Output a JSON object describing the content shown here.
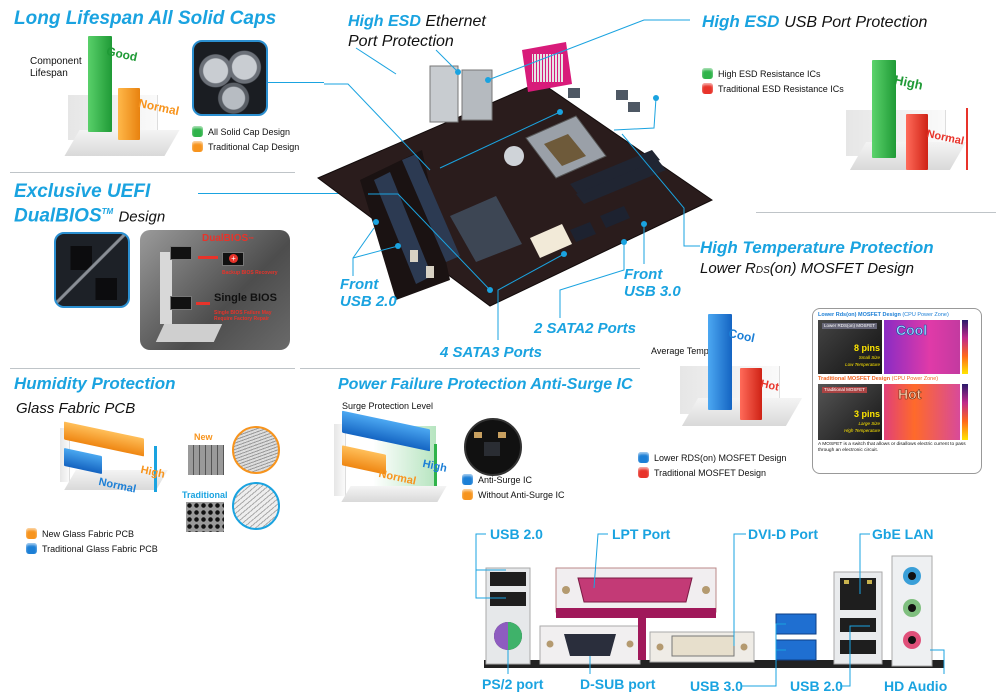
{
  "colors": {
    "accent": "#1aa3e0",
    "green": "#2fb34a",
    "orange": "#f7941d",
    "red": "#e8332a",
    "blue": "#1c7fd6",
    "pcb": "#2a1c1c",
    "magenta": "#d81b7a"
  },
  "sections": {
    "solid_caps": {
      "title": "Long Lifespan All Solid Caps",
      "axis_label_1": "Component",
      "axis_label_2": "Lifespan",
      "bar_labels": [
        "Good",
        "Normal"
      ],
      "legend": [
        "All Solid Cap Design",
        "Traditional Cap Design"
      ],
      "photo_icon": "solid-capacitor-photo"
    },
    "dualbios": {
      "title_1": "Exclusive UEFI",
      "title_2": "DualBIOS",
      "tm": "TM",
      "title_suffix": "Design",
      "diagram_dual": "DualBIOS",
      "diagram_dual_tm": "™",
      "diagram_recovery": "Backup BIOS Recovery",
      "diagram_single": "Single BIOS",
      "diagram_single_note": "Single BIOS Failure May Require Factory Repair"
    },
    "humidity": {
      "title": "Humidity Protection",
      "subtitle": "Glass Fabric PCB",
      "bar_labels": [
        "High",
        "Normal"
      ],
      "weave_new": "New",
      "weave_traditional": "Traditional",
      "legend": [
        "New Glass Fabric PCB",
        "Traditional Glass Fabric PCB"
      ]
    },
    "esd_ethernet": {
      "title_blue": "High ESD",
      "title_black_1": "Ethernet",
      "title_black_2": "Port Protection"
    },
    "esd_usb": {
      "title_blue": "High ESD",
      "title_black": "USB Port Protection",
      "legend": [
        "High ESD Resistance ICs",
        "Traditional ESD Resistance ICs"
      ],
      "bar_labels": [
        "High",
        "Normal"
      ]
    },
    "temperature": {
      "title": "High Temperature Protection",
      "subtitle_pre": "Lower R",
      "subtitle_sub": "DS",
      "subtitle_post": "(on) MOSFET Design",
      "axis_label": "Average Temp.",
      "bar_labels": [
        "Cool",
        "Hot"
      ],
      "legend": [
        "Lower RDS(on) MOSFET Design",
        "Traditional MOSFET Design"
      ],
      "panel": {
        "top_title": "Lower Rds(on) MOSFET Design",
        "top_zone": "(CPU Power Zone)",
        "top_tag": "Lower RDS(on) MOSFET",
        "top_pins": "8 pins",
        "top_note_1": "Small Size",
        "top_note_2": "Low Temperature",
        "top_heat": "Cool",
        "bottom_title": "Traditional MOSFET Design",
        "bottom_zone": "(CPU Power Zone)",
        "bottom_tag": "Traditional MOSFET",
        "bottom_pins": "3 pins",
        "bottom_note_1": "Large Size",
        "bottom_note_2": "High Temperature",
        "bottom_heat": "Hot",
        "footnote": "A MOSFET is a switch that allows or disallows electric current to pass through an electronic circuit."
      }
    },
    "antisurge": {
      "title": "Power Failure Protection Anti-Surge IC",
      "axis_label": "Surge Protection Level",
      "bar_labels": [
        "High",
        "Normal"
      ],
      "legend": [
        "Anti-Surge IC",
        "Without Anti-Surge IC"
      ]
    }
  },
  "board_callouts": {
    "front_usb2_1": "Front",
    "front_usb2_2": "USB 2.0",
    "front_usb3_1": "Front",
    "front_usb3_2": "USB 3.0",
    "sata2": "2 SATA2 Ports",
    "sata3": "4  SATA3 Ports"
  },
  "io_panel": {
    "top_labels": [
      "USB 2.0",
      "LPT Port",
      "DVI-D Port",
      "GbE LAN"
    ],
    "bottom_labels": [
      "PS/2 port",
      "D-SUB port",
      "USB 3.0",
      "USB 2.0",
      "HD Audio"
    ]
  }
}
